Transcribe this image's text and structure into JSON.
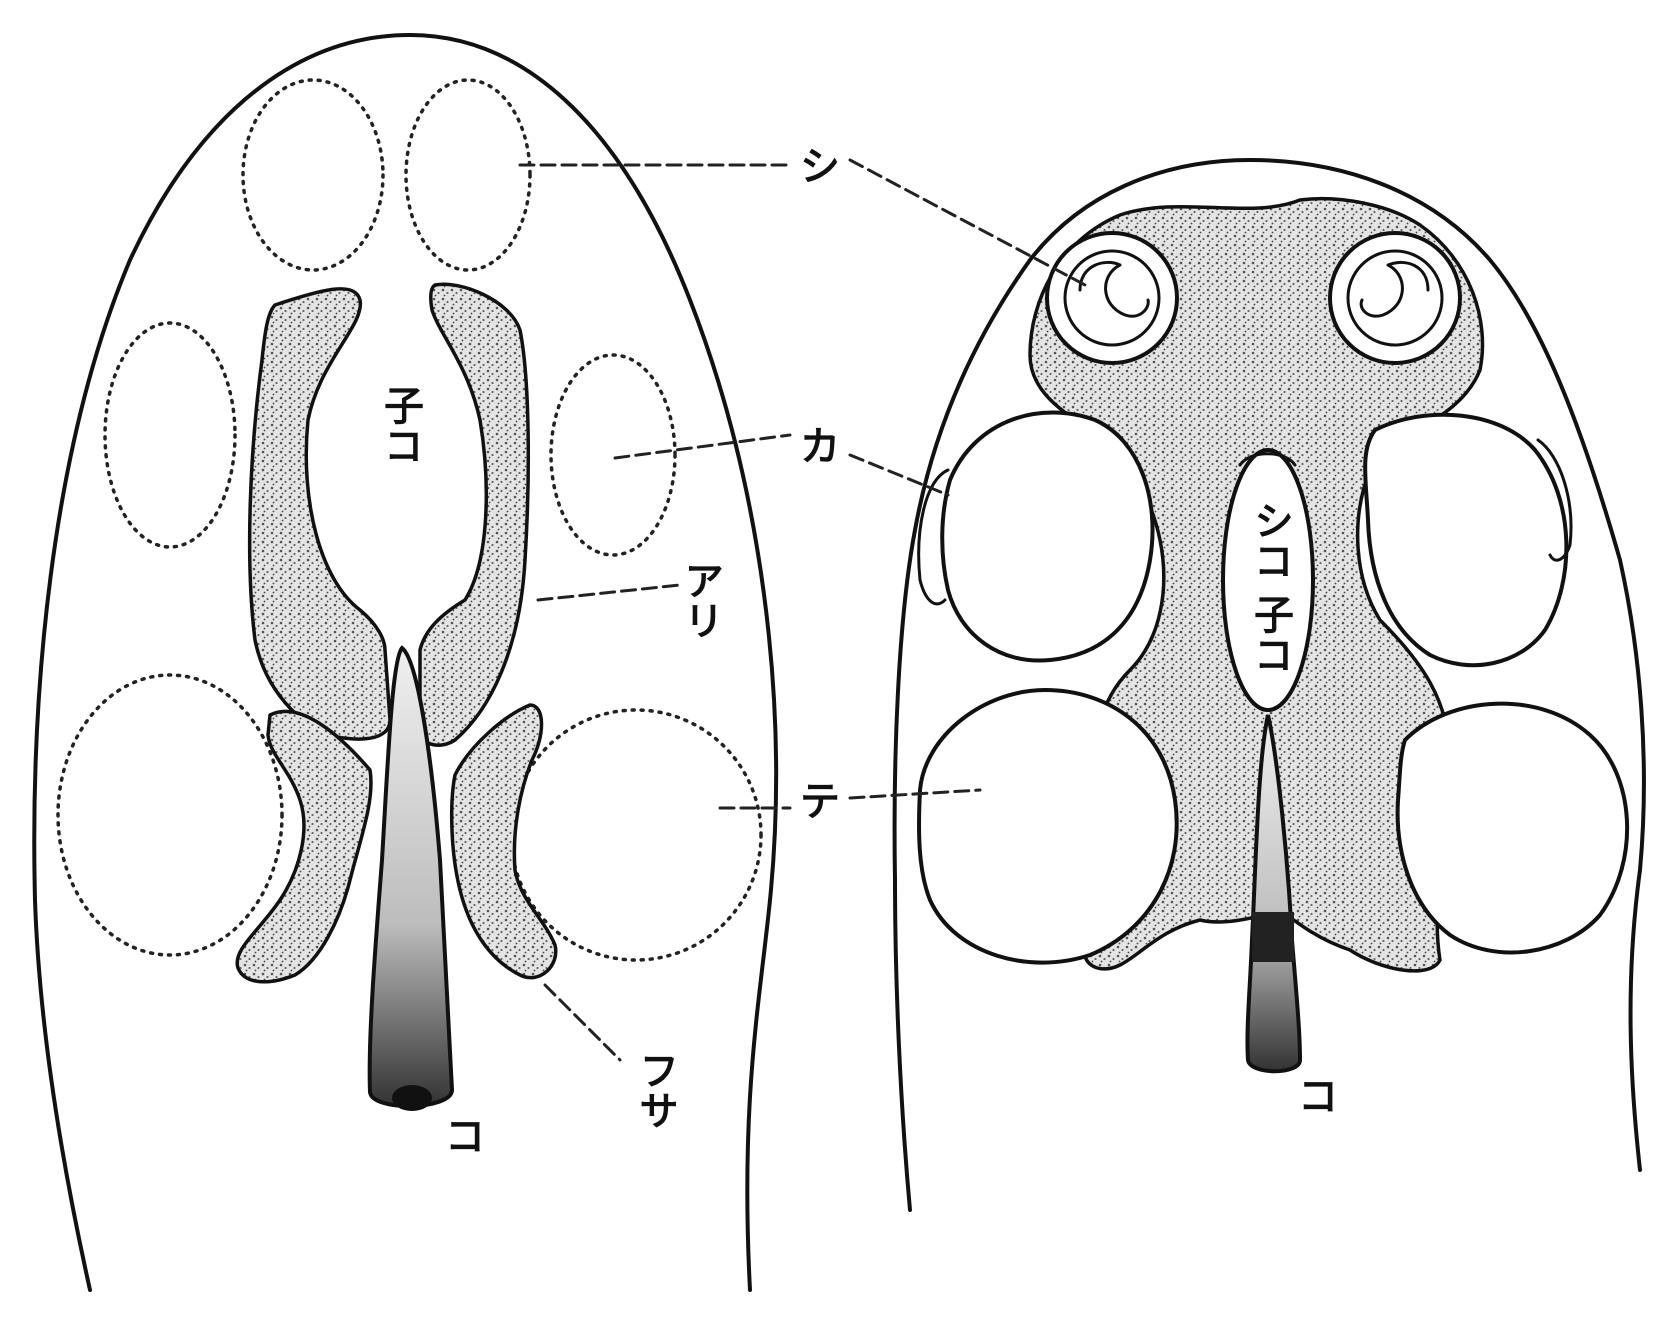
{
  "labels": {
    "shi": "シ",
    "ka": "カ",
    "ari": "アリ",
    "te": "テ",
    "fusa": "フサ",
    "ko_left": "コ",
    "ko_right": "コ",
    "tsuko_left": "子コ",
    "shiko_tsuko_right": "シコ 子コ"
  },
  "colors": {
    "ink": "#111111",
    "paper": "#ffffff",
    "stipple": "#777777"
  }
}
